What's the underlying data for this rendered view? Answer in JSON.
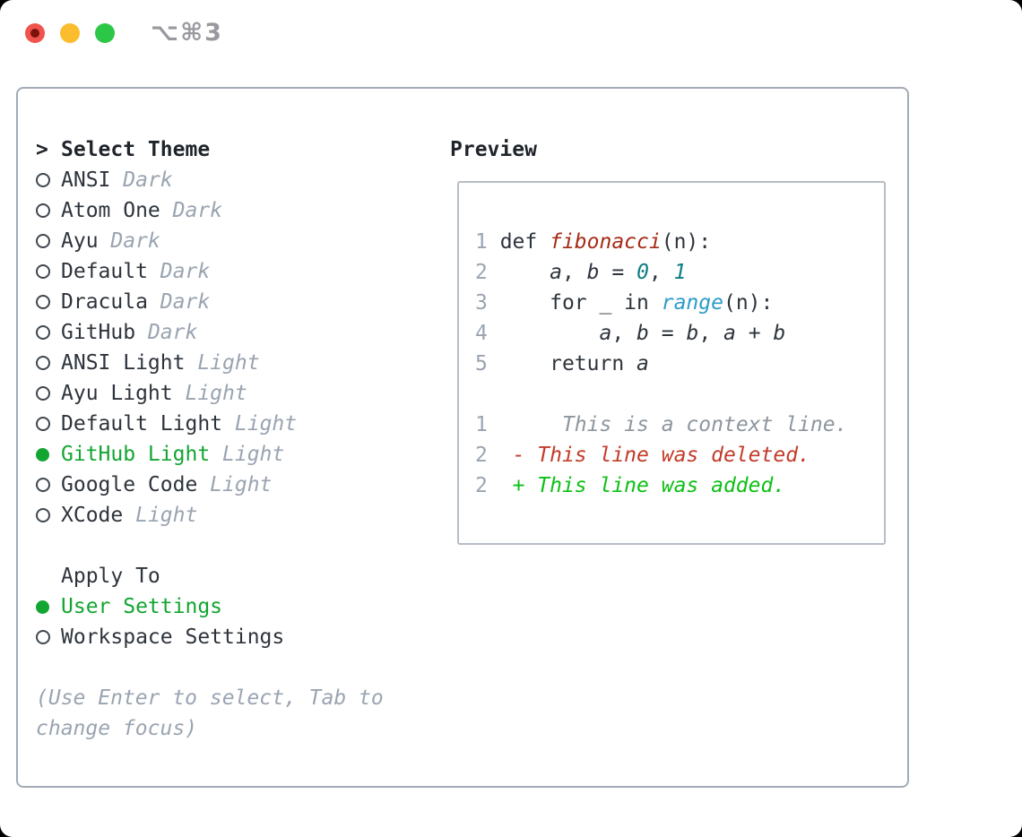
{
  "window": {
    "title": "⌥⌘3"
  },
  "titlebar": {
    "buttons": [
      {
        "name": "close",
        "color": "#f0544c",
        "has_inner_dot": true,
        "inner_dot_color": "#7b120c"
      },
      {
        "name": "minimize",
        "color": "#fbbd2e",
        "has_inner_dot": false
      },
      {
        "name": "zoom",
        "color": "#2dc748",
        "has_inner_dot": false
      }
    ]
  },
  "theme_picker": {
    "header_prefix": ">",
    "header": "Select Theme",
    "items": [
      {
        "name": "ANSI",
        "variant": "Dark",
        "selected": false
      },
      {
        "name": "Atom One",
        "variant": "Dark",
        "selected": false
      },
      {
        "name": "Ayu",
        "variant": "Dark",
        "selected": false
      },
      {
        "name": "Default",
        "variant": "Dark",
        "selected": false
      },
      {
        "name": "Dracula",
        "variant": "Dark",
        "selected": false
      },
      {
        "name": "GitHub",
        "variant": "Dark",
        "selected": false
      },
      {
        "name": "ANSI Light",
        "variant": "Light",
        "selected": false
      },
      {
        "name": "Ayu Light",
        "variant": "Light",
        "selected": false
      },
      {
        "name": "Default Light",
        "variant": "Light",
        "selected": false
      },
      {
        "name": "GitHub Light",
        "variant": "Light",
        "selected": true
      },
      {
        "name": "Google Code",
        "variant": "Light",
        "selected": false
      },
      {
        "name": "XCode",
        "variant": "Light",
        "selected": false
      }
    ]
  },
  "apply_to": {
    "header": "Apply To",
    "options": [
      {
        "label": "User Settings",
        "selected": true
      },
      {
        "label": "Workspace Settings",
        "selected": false
      }
    ]
  },
  "hint": "(Use Enter to select, Tab to change focus)",
  "preview": {
    "header": "Preview",
    "lines": [
      {
        "segments": [
          [
            "1 ",
            "ln"
          ],
          [
            "def ",
            "code"
          ],
          [
            "fibonacci",
            "fn"
          ],
          [
            "(n):",
            "code"
          ]
        ]
      },
      {
        "segments": [
          [
            "2 ",
            "ln"
          ],
          [
            "    ",
            "code"
          ],
          [
            "a",
            "var"
          ],
          [
            ", ",
            "code"
          ],
          [
            "b",
            "var"
          ],
          [
            " = ",
            "code"
          ],
          [
            "0",
            "num"
          ],
          [
            ", ",
            "code"
          ],
          [
            "1",
            "num"
          ]
        ]
      },
      {
        "segments": [
          [
            "3 ",
            "ln"
          ],
          [
            "    for _ in ",
            "code"
          ],
          [
            "range",
            "builtin"
          ],
          [
            "(n):",
            "code"
          ]
        ]
      },
      {
        "segments": [
          [
            "4 ",
            "ln"
          ],
          [
            "        ",
            "code"
          ],
          [
            "a",
            "var"
          ],
          [
            ", ",
            "code"
          ],
          [
            "b",
            "var"
          ],
          [
            " = ",
            "code"
          ],
          [
            "b",
            "var"
          ],
          [
            ", ",
            "code"
          ],
          [
            "a",
            "var"
          ],
          [
            " + ",
            "code"
          ],
          [
            "b",
            "var"
          ]
        ]
      },
      {
        "segments": [
          [
            "5 ",
            "ln"
          ],
          [
            "    return ",
            "code"
          ],
          [
            "a",
            "var"
          ]
        ]
      },
      {
        "segments": []
      },
      {
        "segments": [
          [
            "1",
            "ln"
          ],
          [
            "      ",
            "code"
          ],
          [
            "This is a context line.",
            "ctx"
          ]
        ]
      },
      {
        "segments": [
          [
            "2",
            "ln"
          ],
          [
            "  ",
            "code"
          ],
          [
            "- This line was deleted.",
            "del"
          ]
        ]
      },
      {
        "segments": [
          [
            "2",
            "ln"
          ],
          [
            "  ",
            "code"
          ],
          [
            "+ This line was added.",
            "add"
          ]
        ]
      }
    ]
  },
  "colors": {
    "selection_green": "#13a532",
    "text_dark": "#2e343c",
    "muted_gray": "#9aa4b1",
    "function_red": "#a62b16",
    "number_teal": "#0e7d82",
    "builtin_blue": "#2d9bc9",
    "diff_deleted_red": "#c23b28",
    "diff_added_green": "#0cc014",
    "panel_border": "#a3abb6",
    "preview_border": "#b6bdc5"
  }
}
